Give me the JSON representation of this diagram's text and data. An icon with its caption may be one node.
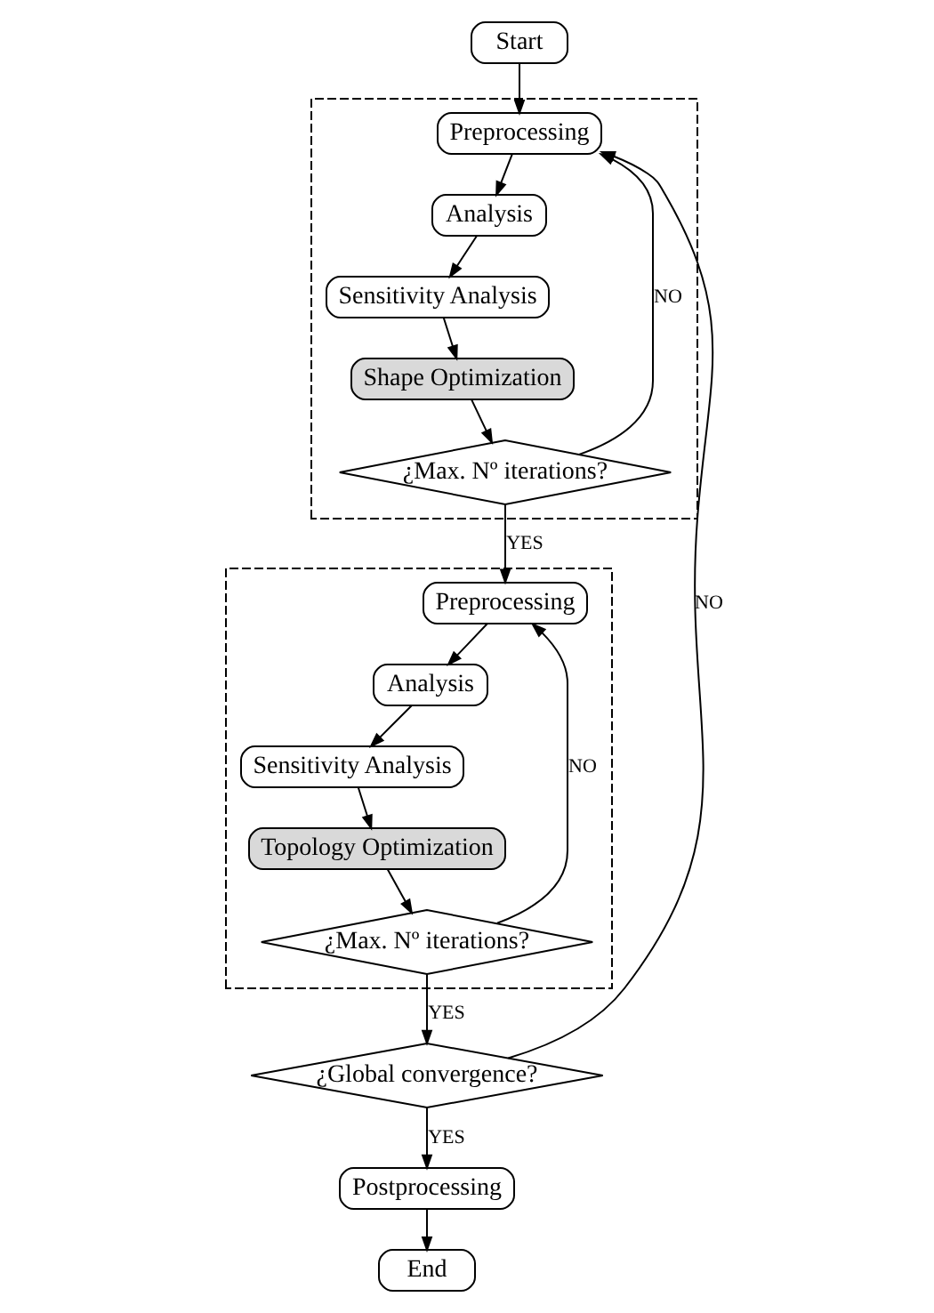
{
  "diagram": {
    "nodes": [
      {
        "text": [
          "Start"
        ]
      },
      {
        "text": [],
        "shape": "box"
      },
      {
        "text": [
          "Preprocessing"
        ],
        "in": 1
      },
      {
        "text": [
          "Analysis"
        ],
        "in": 1
      },
      {
        "text": [
          "Sensitivity Analysis"
        ],
        "in": 1
      },
      {
        "text": [
          "Shape Optimization"
        ],
        "in": 1
      },
      {
        "text": [
          "¿Max. Nº iterations?"
        ],
        "in": 1
      },
      {
        "text": [],
        "shape": "box"
      },
      {
        "text": [
          "Preprocessing"
        ],
        "in": 7
      },
      {
        "text": [
          "Analysis"
        ],
        "in": 7
      },
      {
        "text": [
          "Sensitivity Analysis"
        ],
        "in": 7
      },
      {
        "text": [
          "Topology Optimization"
        ],
        "in": 7
      },
      {
        "text": [
          "¿Max. Nº iterations?"
        ],
        "in": 7
      },
      {
        "text": [
          "¿Global convergence?"
        ]
      },
      {
        "text": [
          "Postprocessing"
        ]
      },
      {
        "text": [
          "End"
        ]
      }
    ],
    "edges": [
      {
        "from": 0,
        "to": 2,
        "arrow": "to"
      },
      {
        "from": 2,
        "to": 3,
        "arrow": "to"
      },
      {
        "from": 3,
        "to": 4,
        "arrow": "to"
      },
      {
        "from": 4,
        "to": 5,
        "arrow": "to"
      },
      {
        "from": 5,
        "to": 6,
        "arrow": "to"
      },
      {
        "from": 6,
        "to": 2,
        "label": "NO",
        "arrow": "to"
      },
      {
        "from": 6,
        "to": 8,
        "label": "YES",
        "arrow": "to"
      },
      {
        "from": 8,
        "to": 9,
        "arrow": "to"
      },
      {
        "from": 9,
        "to": 10,
        "arrow": "to"
      },
      {
        "from": 10,
        "to": 11,
        "arrow": "to"
      },
      {
        "from": 11,
        "to": 12,
        "arrow": "to"
      },
      {
        "from": 12,
        "to": 8,
        "label": "NO",
        "arrow": "to"
      },
      {
        "from": 12,
        "to": 13,
        "label": "YES",
        "arrow": "to"
      },
      {
        "from": 13,
        "to": 2,
        "label": "NO",
        "arrow": "to"
      },
      {
        "from": 13,
        "to": 14,
        "label": "YES",
        "arrow": "to"
      },
      {
        "from": 14,
        "to": 15,
        "arrow": "to"
      }
    ]
  }
}
